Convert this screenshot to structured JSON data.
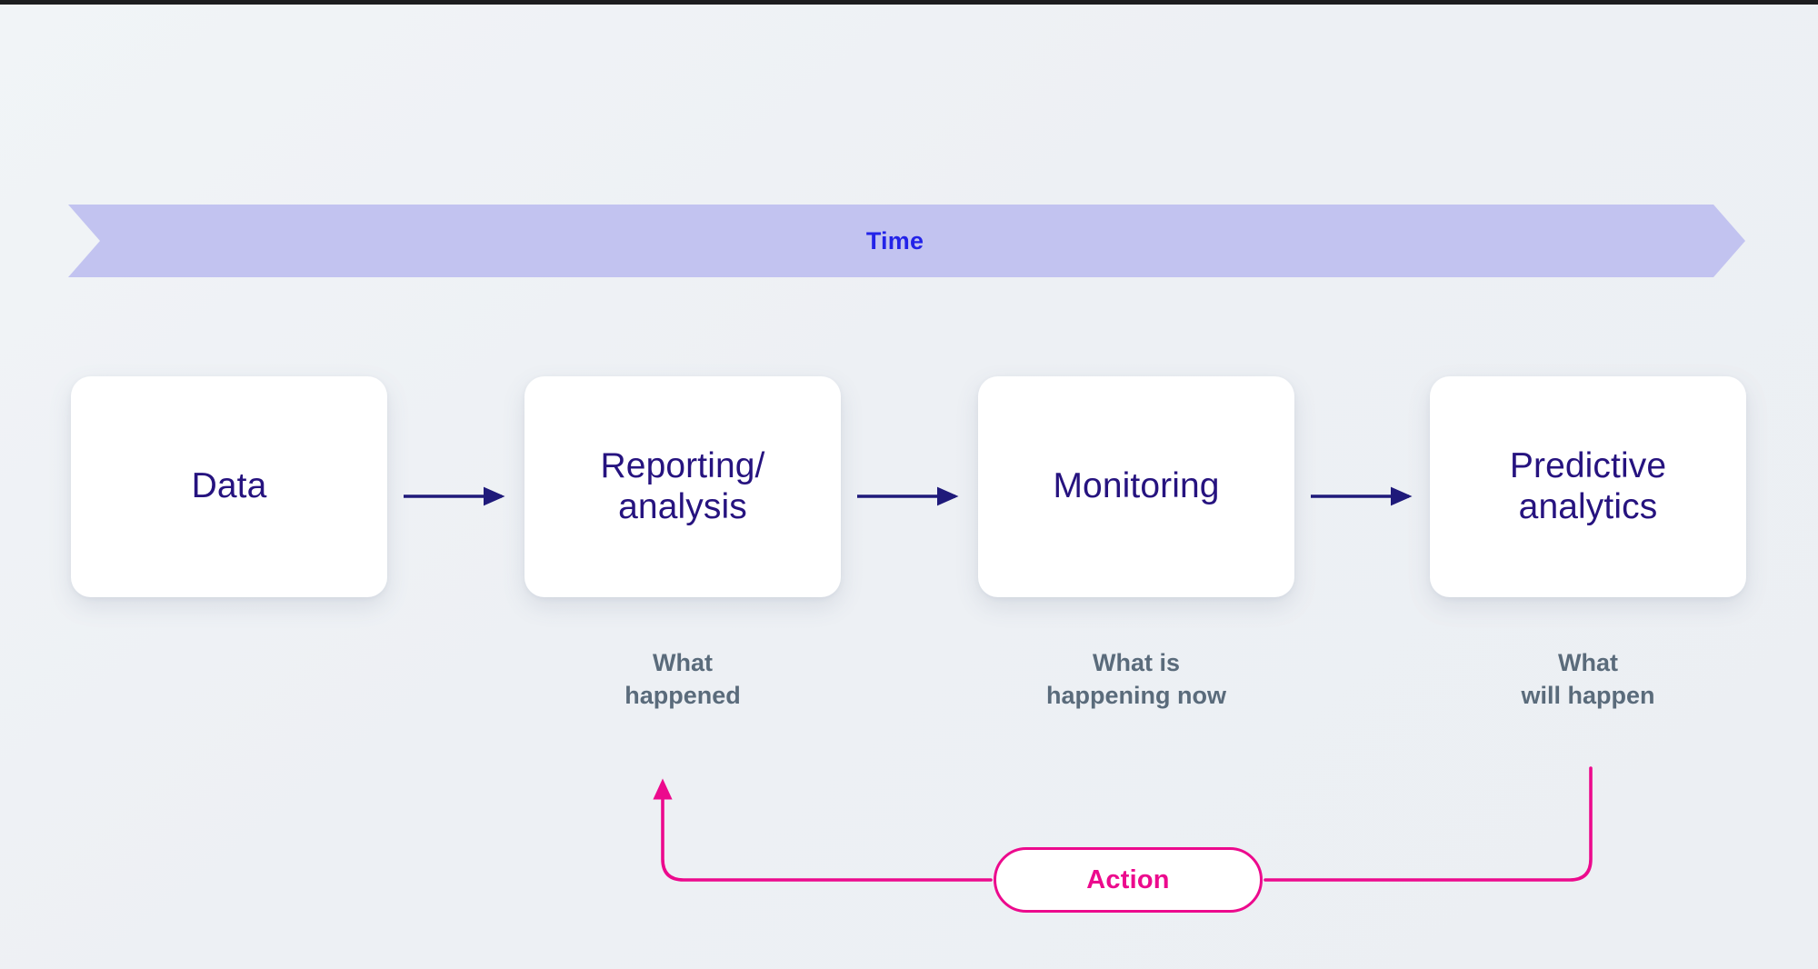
{
  "banner": {
    "label": "Time",
    "color": "#c2c3f0",
    "text_color": "#2323e8",
    "direction": "left-to-right"
  },
  "stages": [
    {
      "id": "data",
      "label": "Data",
      "caption": ""
    },
    {
      "id": "reporting",
      "label": "Reporting/\nanalysis",
      "caption": "What\nhappened"
    },
    {
      "id": "monitoring",
      "label": "Monitoring",
      "caption": "What is\nhappening now"
    },
    {
      "id": "predictive",
      "label": "Predictive\nanalytics",
      "caption": "What\nwill happen"
    }
  ],
  "feedback": {
    "label": "Action",
    "color": "#ec0a8d",
    "from_stage": "predictive",
    "to_stage": "reporting"
  },
  "flow_arrows": {
    "count": 3,
    "color": "#1f1a7a"
  },
  "colors": {
    "background": "#eff2f5",
    "card_background": "#ffffff",
    "card_text": "#26137f",
    "caption_text": "#5a6b7b",
    "banner_fill": "#c2c3f0",
    "banner_text": "#2323e8",
    "accent_magenta": "#ec0a8d",
    "arrow_navy": "#1f1a7a",
    "top_bar": "#1d1d1f"
  }
}
